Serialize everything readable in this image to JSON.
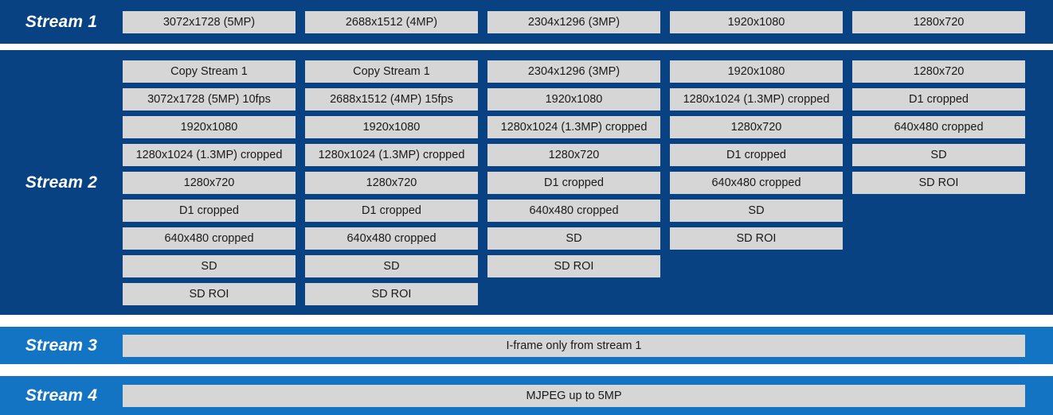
{
  "colors": {
    "panel_dark_blue": "#084282",
    "panel_light_blue": "#1374C4",
    "cell_grey": "#D6D6D6",
    "label_text": "#FFFFFF",
    "cell_text": "#1A1A1A",
    "page_background": "#FFFFFF"
  },
  "streams": [
    {
      "label": "Stream 1",
      "panel_style": "dark",
      "columns": [
        {
          "cells": [
            "3072x1728 (5MP)"
          ]
        },
        {
          "cells": [
            "2688x1512 (4MP)"
          ]
        },
        {
          "cells": [
            "2304x1296 (3MP)"
          ]
        },
        {
          "cells": [
            "1920x1080"
          ]
        },
        {
          "cells": [
            "1280x720"
          ]
        }
      ]
    },
    {
      "label": "Stream 2",
      "panel_style": "dark",
      "columns": [
        {
          "cells": [
            "Copy Stream 1",
            "3072x1728 (5MP) 10fps",
            "1920x1080",
            "1280x1024 (1.3MP) cropped",
            "1280x720",
            "D1 cropped",
            "640x480 cropped",
            "SD",
            "SD ROI"
          ]
        },
        {
          "cells": [
            "Copy Stream 1",
            "2688x1512 (4MP) 15fps",
            "1920x1080",
            "1280x1024 (1.3MP) cropped",
            "1280x720",
            "D1 cropped",
            "640x480 cropped",
            "SD",
            "SD ROI"
          ]
        },
        {
          "cells": [
            "2304x1296 (3MP)",
            "1920x1080",
            "1280x1024 (1.3MP) cropped",
            "1280x720",
            "D1 cropped",
            "640x480 cropped",
            "SD",
            "SD ROI"
          ]
        },
        {
          "cells": [
            "1920x1080",
            "1280x1024 (1.3MP) cropped",
            "1280x720",
            "D1 cropped",
            "640x480 cropped",
            "SD",
            "SD ROI"
          ]
        },
        {
          "cells": [
            "1280x720",
            "D1 cropped",
            "640x480 cropped",
            "SD",
            "SD ROI"
          ]
        }
      ]
    },
    {
      "label": "Stream 3",
      "panel_style": "light",
      "full_width_cell": "I-frame only from stream 1"
    },
    {
      "label": "Stream 4",
      "panel_style": "light",
      "full_width_cell": "MJPEG up to 5MP"
    }
  ]
}
